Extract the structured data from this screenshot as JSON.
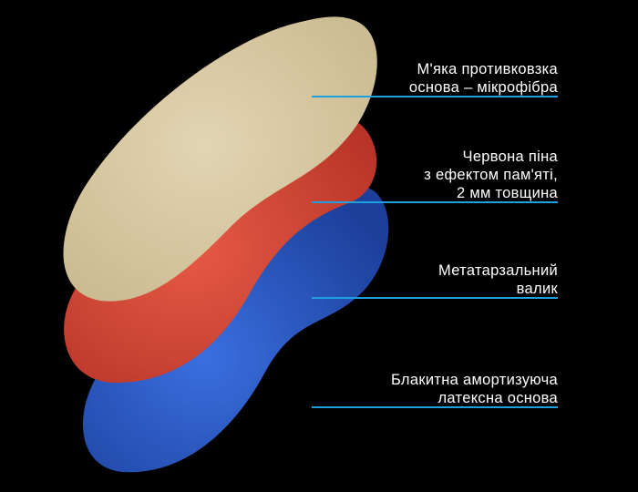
{
  "colors": {
    "background": "#000000",
    "leader_line": "#1ea0e0",
    "cream_layer": "#d8caa4",
    "red_layer": "#d9503f",
    "blue_layer": "#2d5fc8"
  },
  "layers": [
    {
      "label": "М'яка противковзка\nоснова – мікрофібра"
    },
    {
      "label": "Червона піна\nз ефектом пам'яті,\n2 мм товщина"
    },
    {
      "label": "Метатарзальний\nвалик"
    },
    {
      "label": "Блакитна амортизуюча\nлатексна основа"
    }
  ]
}
